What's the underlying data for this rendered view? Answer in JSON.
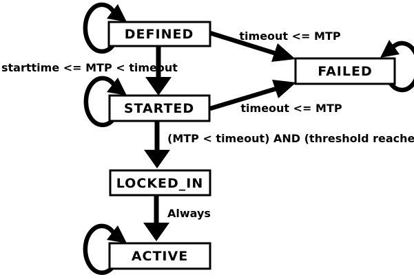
{
  "diagram": {
    "type": "state-machine",
    "background_color": "#ffffff",
    "stroke_color": "#000000",
    "node_fill_color": "#ffffff",
    "text_color": "#000000",
    "states": [
      {
        "label": "DEFINED",
        "self_loop": true,
        "self_loop_side": "left"
      },
      {
        "label": "FAILED",
        "self_loop": true,
        "self_loop_side": "right"
      },
      {
        "label": "STARTED",
        "self_loop": true,
        "self_loop_side": "left"
      },
      {
        "label": "LOCKED_IN",
        "self_loop": false,
        "self_loop_side": ""
      },
      {
        "label": "ACTIVE",
        "self_loop": true,
        "self_loop_side": "left"
      }
    ],
    "transitions": [
      {
        "from": "DEFINED",
        "to": "STARTED",
        "label": "starttime <= MTP < timeout"
      },
      {
        "from": "DEFINED",
        "to": "FAILED",
        "label": "timeout <= MTP"
      },
      {
        "from": "STARTED",
        "to": "FAILED",
        "label": "timeout <= MTP"
      },
      {
        "from": "STARTED",
        "to": "LOCKED_IN",
        "label": "(MTP < timeout) AND (threshold reached)"
      },
      {
        "from": "LOCKED_IN",
        "to": "ACTIVE",
        "label": "Always"
      }
    ]
  }
}
